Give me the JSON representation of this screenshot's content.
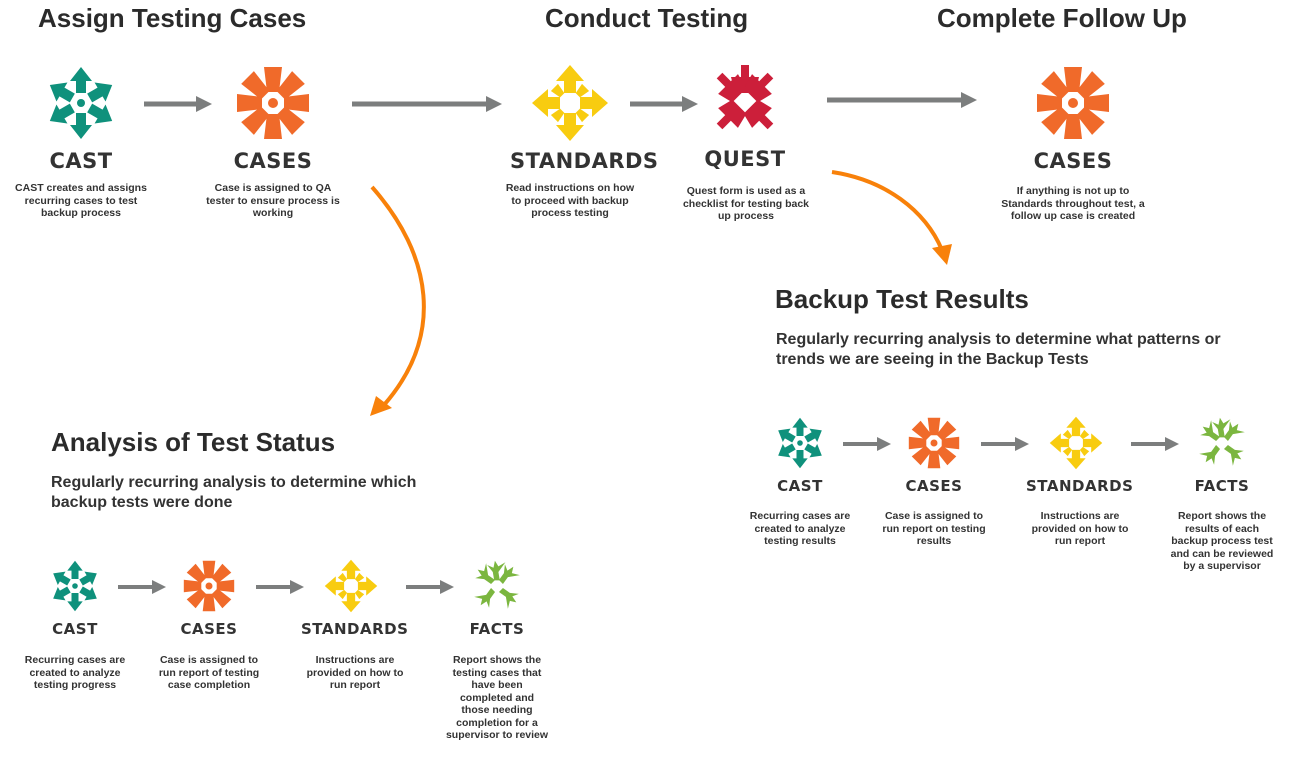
{
  "colors": {
    "cast": "#0f917c",
    "cases": "#f06a2a",
    "standards": "#f8cc10",
    "quest": "#cc1f3a",
    "facts": "#7bb63f",
    "arrow_gray": "#7c7e7e",
    "arrow_orange": "#f8810a"
  },
  "sections": {
    "assign": {
      "title": "Assign Testing Cases"
    },
    "conduct": {
      "title": "Conduct Testing"
    },
    "followup": {
      "title": "Complete Follow Up"
    },
    "backup": {
      "title": "Backup Test Results",
      "subtitle": "Regularly recurring analysis to determine what patterns or trends we are seeing in the Backup Tests"
    },
    "analysis": {
      "title": "Analysis of Test Status",
      "subtitle": "Regularly recurring analysis to determine which backup tests were done"
    }
  },
  "top_flow": [
    {
      "icon": "cast-icon",
      "label": "CAST",
      "desc": "CAST creates and assigns recurring cases to test backup process"
    },
    {
      "icon": "cases-icon",
      "label": "CASES",
      "desc": "Case is assigned to QA tester to ensure process is working"
    },
    {
      "icon": "standards-icon",
      "label": "STANDARDS",
      "desc": "Read instructions on how to proceed with backup process testing"
    },
    {
      "icon": "quest-icon",
      "label": "QUEST",
      "desc": "Quest form is used as a checklist for testing back up process"
    },
    {
      "icon": "cases-icon",
      "label": "CASES",
      "desc": "If anything is not up to Standards throughout test, a follow up case is created"
    }
  ],
  "backup_flow": [
    {
      "icon": "cast-icon",
      "label": "CAST",
      "desc": "Recurring cases are created to analyze testing results"
    },
    {
      "icon": "cases-icon",
      "label": "CASES",
      "desc": "Case is assigned to run report on testing results"
    },
    {
      "icon": "standards-icon",
      "label": "STANDARDS",
      "desc": "Instructions are provided on how to run report"
    },
    {
      "icon": "facts-icon",
      "label": "FACTS",
      "desc": "Report shows the results of each backup process test and can be reviewed by a supervisor"
    }
  ],
  "analysis_flow": [
    {
      "icon": "cast-icon",
      "label": "CAST",
      "desc": "Recurring cases are created to analyze testing progress"
    },
    {
      "icon": "cases-icon",
      "label": "CASES",
      "desc": "Case is assigned to run report of testing case completion"
    },
    {
      "icon": "standards-icon",
      "label": "STANDARDS",
      "desc": "Instructions are provided on how to run report"
    },
    {
      "icon": "facts-icon",
      "label": "FACTS",
      "desc": "Report shows the testing cases that have been completed and those needing completion for a supervisor to review"
    }
  ]
}
